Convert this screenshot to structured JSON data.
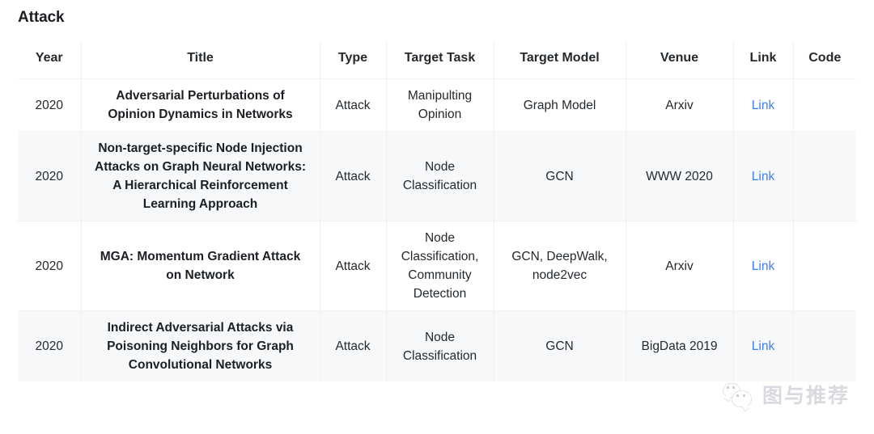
{
  "section": {
    "title": "Attack"
  },
  "table": {
    "columns": [
      {
        "key": "year",
        "label": "Year"
      },
      {
        "key": "title",
        "label": "Title"
      },
      {
        "key": "type",
        "label": "Type"
      },
      {
        "key": "task",
        "label": "Target Task"
      },
      {
        "key": "model",
        "label": "Target Model"
      },
      {
        "key": "venue",
        "label": "Venue"
      },
      {
        "key": "link",
        "label": "Link"
      },
      {
        "key": "code",
        "label": "Code"
      }
    ],
    "link_color": "#3c7ef0",
    "stripe_color": "#f7f8f9",
    "rows": [
      {
        "year": "2020",
        "title": "Adversarial Perturbations of Opinion Dynamics in Networks",
        "type": "Attack",
        "task": "Manipulting Opinion",
        "model": "Graph Model",
        "venue": "Arxiv",
        "link": "Link",
        "code": ""
      },
      {
        "year": "2020",
        "title": "Non-target-specific Node Injection Attacks on Graph Neural Networks: A Hierarchical Reinforcement Learning Approach",
        "type": "Attack",
        "task": "Node Classification",
        "model": "GCN",
        "venue": "WWW 2020",
        "link": "Link",
        "code": ""
      },
      {
        "year": "2020",
        "title": "MGA: Momentum Gradient Attack on Network",
        "type": "Attack",
        "task": "Node Classification, Community Detection",
        "model": "GCN, DeepWalk, node2vec",
        "venue": "Arxiv",
        "link": "Link",
        "code": ""
      },
      {
        "year": "2020",
        "title": "Indirect Adversarial Attacks via Poisoning Neighbors for Graph Convolutional Networks",
        "type": "Attack",
        "task": "Node Classification",
        "model": "GCN",
        "venue": "BigData 2019",
        "link": "Link",
        "code": ""
      }
    ]
  },
  "watermark": {
    "text": "图与推荐",
    "logo": "wechat-double-bubble-icon"
  }
}
